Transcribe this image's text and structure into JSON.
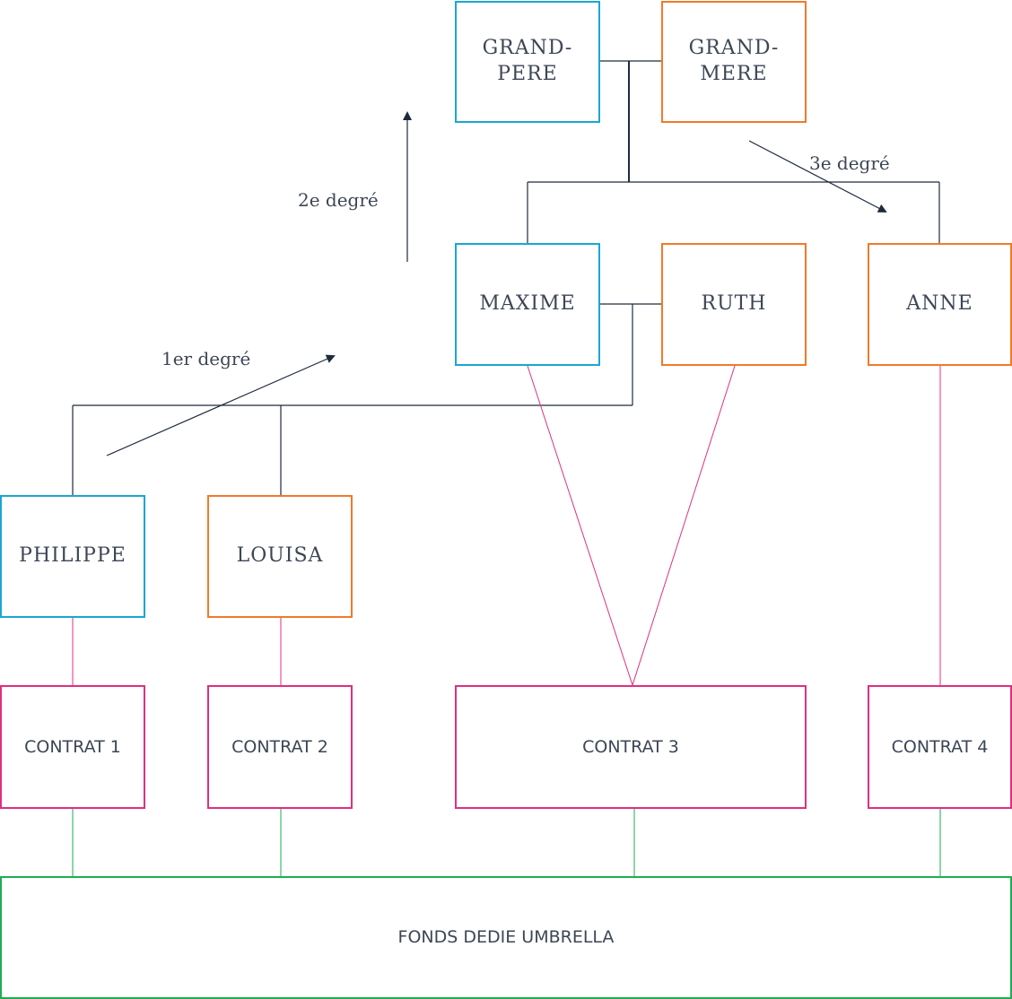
{
  "colors": {
    "male_border": "#1aa6d4",
    "female_border": "#f07a2a",
    "contract_border": "#e0307f",
    "fund_border": "#1eae52",
    "family_line": "#1f2a3c",
    "text": "#3d4656"
  },
  "persons": {
    "grandpere": "GRAND-\nPERE",
    "grandmere": "GRAND-\nMERE",
    "maxime": "MAXIME",
    "ruth": "RUTH",
    "anne": "ANNE",
    "philippe": "PHILIPPE",
    "louisa": "LOUISA"
  },
  "contracts": {
    "contrat1": "CONTRAT 1",
    "contrat2": "CONTRAT 2",
    "contrat3": "CONTRAT 3",
    "contrat4": "CONTRAT 4"
  },
  "fund": "FONDS DEDIE UMBRELLA",
  "degrees": {
    "first": "1er degré",
    "second": "2e degré",
    "third": "3e degré"
  }
}
